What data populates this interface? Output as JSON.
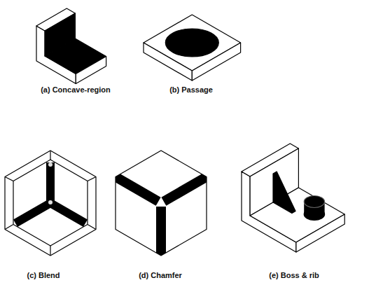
{
  "diagram": {
    "labels": [
      "(a) Concave-region",
      "(b) Passage",
      "(c) Blend",
      "(d) Chamfer",
      "(e) Boss & rib"
    ]
  }
}
